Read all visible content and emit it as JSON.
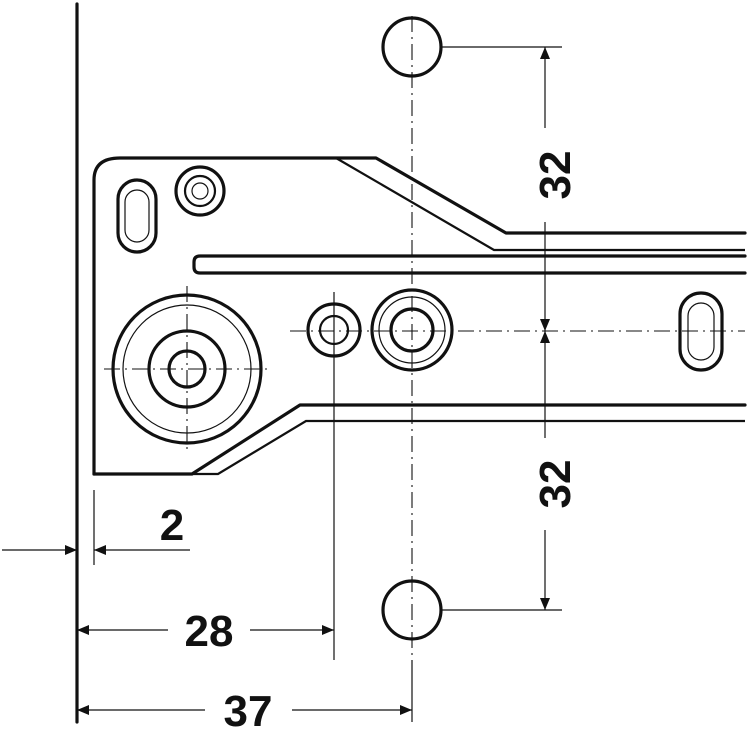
{
  "drawing": {
    "dimensions": {
      "vertical_upper": "32",
      "vertical_lower": "32",
      "offset": "2",
      "to_first_hole": "28",
      "to_hole_column": "37"
    }
  }
}
